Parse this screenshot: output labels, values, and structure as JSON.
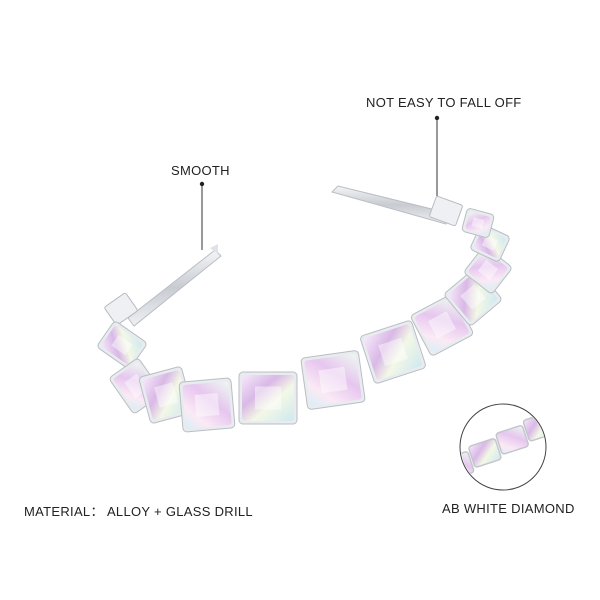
{
  "product": {
    "name_icon": "crystal-headband-image",
    "accent_color": "#d9b8e6",
    "metal_color": "#c8ccd2"
  },
  "callouts": {
    "smooth": "SMOOTH",
    "fall_off": "NOT EASY TO FALL OFF",
    "material": "MATERIAL： ALLOY + GLASS DRILL",
    "diamond": "AB WHITE DIAMOND"
  }
}
